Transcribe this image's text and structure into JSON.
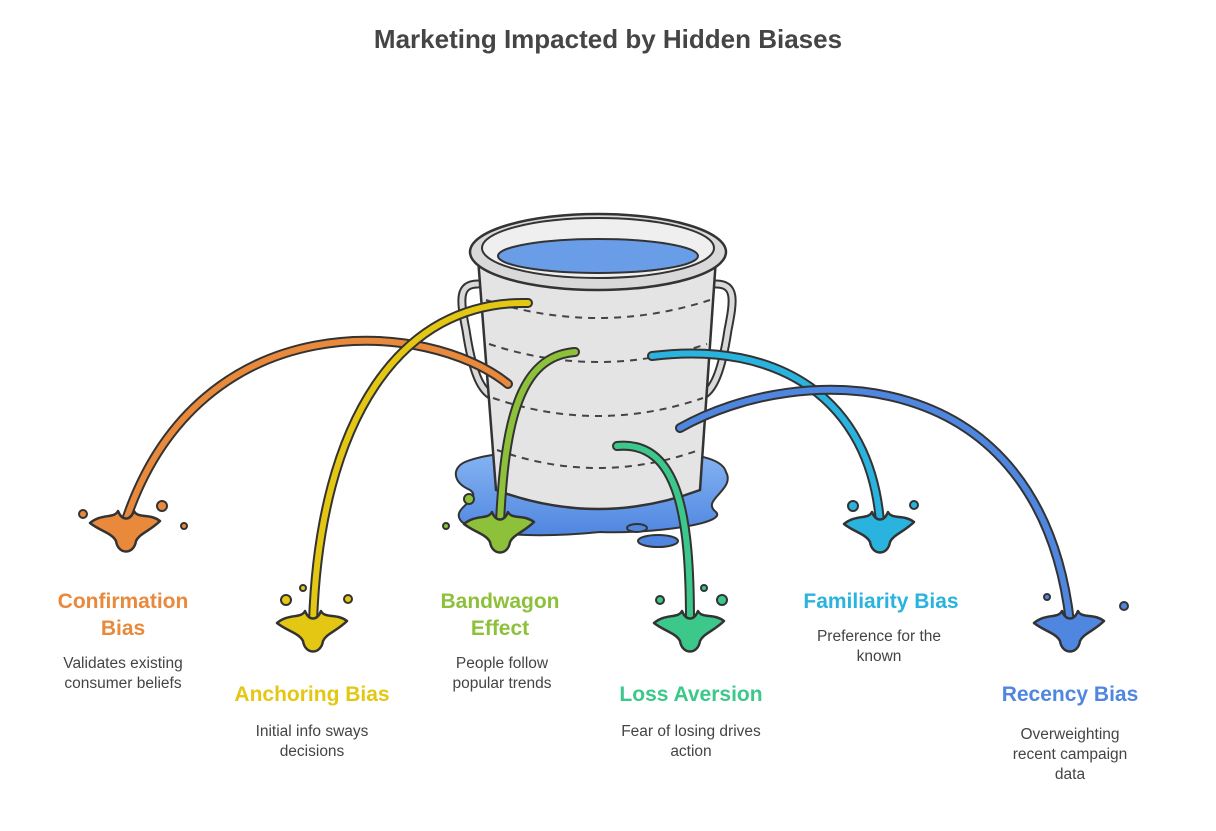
{
  "title": "Marketing Impacted by Hidden Biases",
  "biases": [
    {
      "label": "Confirmation Bias",
      "description": "Validates existing consumer beliefs",
      "color": "#E8893C"
    },
    {
      "label": "Anchoring Bias",
      "description": "Initial info sways decisions",
      "color": "#E3C713"
    },
    {
      "label": "Bandwagon Effect",
      "description": "People follow popular trends",
      "color": "#8DC13A"
    },
    {
      "label": "Loss Aversion",
      "description": "Fear of losing drives action",
      "color": "#3CC88A"
    },
    {
      "label": "Familiarity Bias",
      "description": "Preference for the known",
      "color": "#29B3DE"
    },
    {
      "label": "Recency Bias",
      "description": "Overweighting recent campaign data",
      "color": "#4F86E0"
    }
  ],
  "icons": {
    "center": "leaking-bucket-icon",
    "splash": "splash-icon"
  }
}
